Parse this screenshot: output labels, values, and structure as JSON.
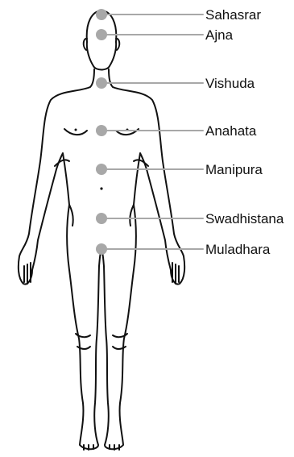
{
  "colors": {
    "outline": "#111111",
    "marker": "#a8a8a8",
    "leader": "#a8a8a8"
  },
  "chakras": [
    {
      "name": "Sahasrar"
    },
    {
      "name": "Ajna"
    },
    {
      "name": "Vishuda"
    },
    {
      "name": "Anahata"
    },
    {
      "name": "Manipura"
    },
    {
      "name": "Swadhistana"
    },
    {
      "name": "Muladhara"
    }
  ]
}
